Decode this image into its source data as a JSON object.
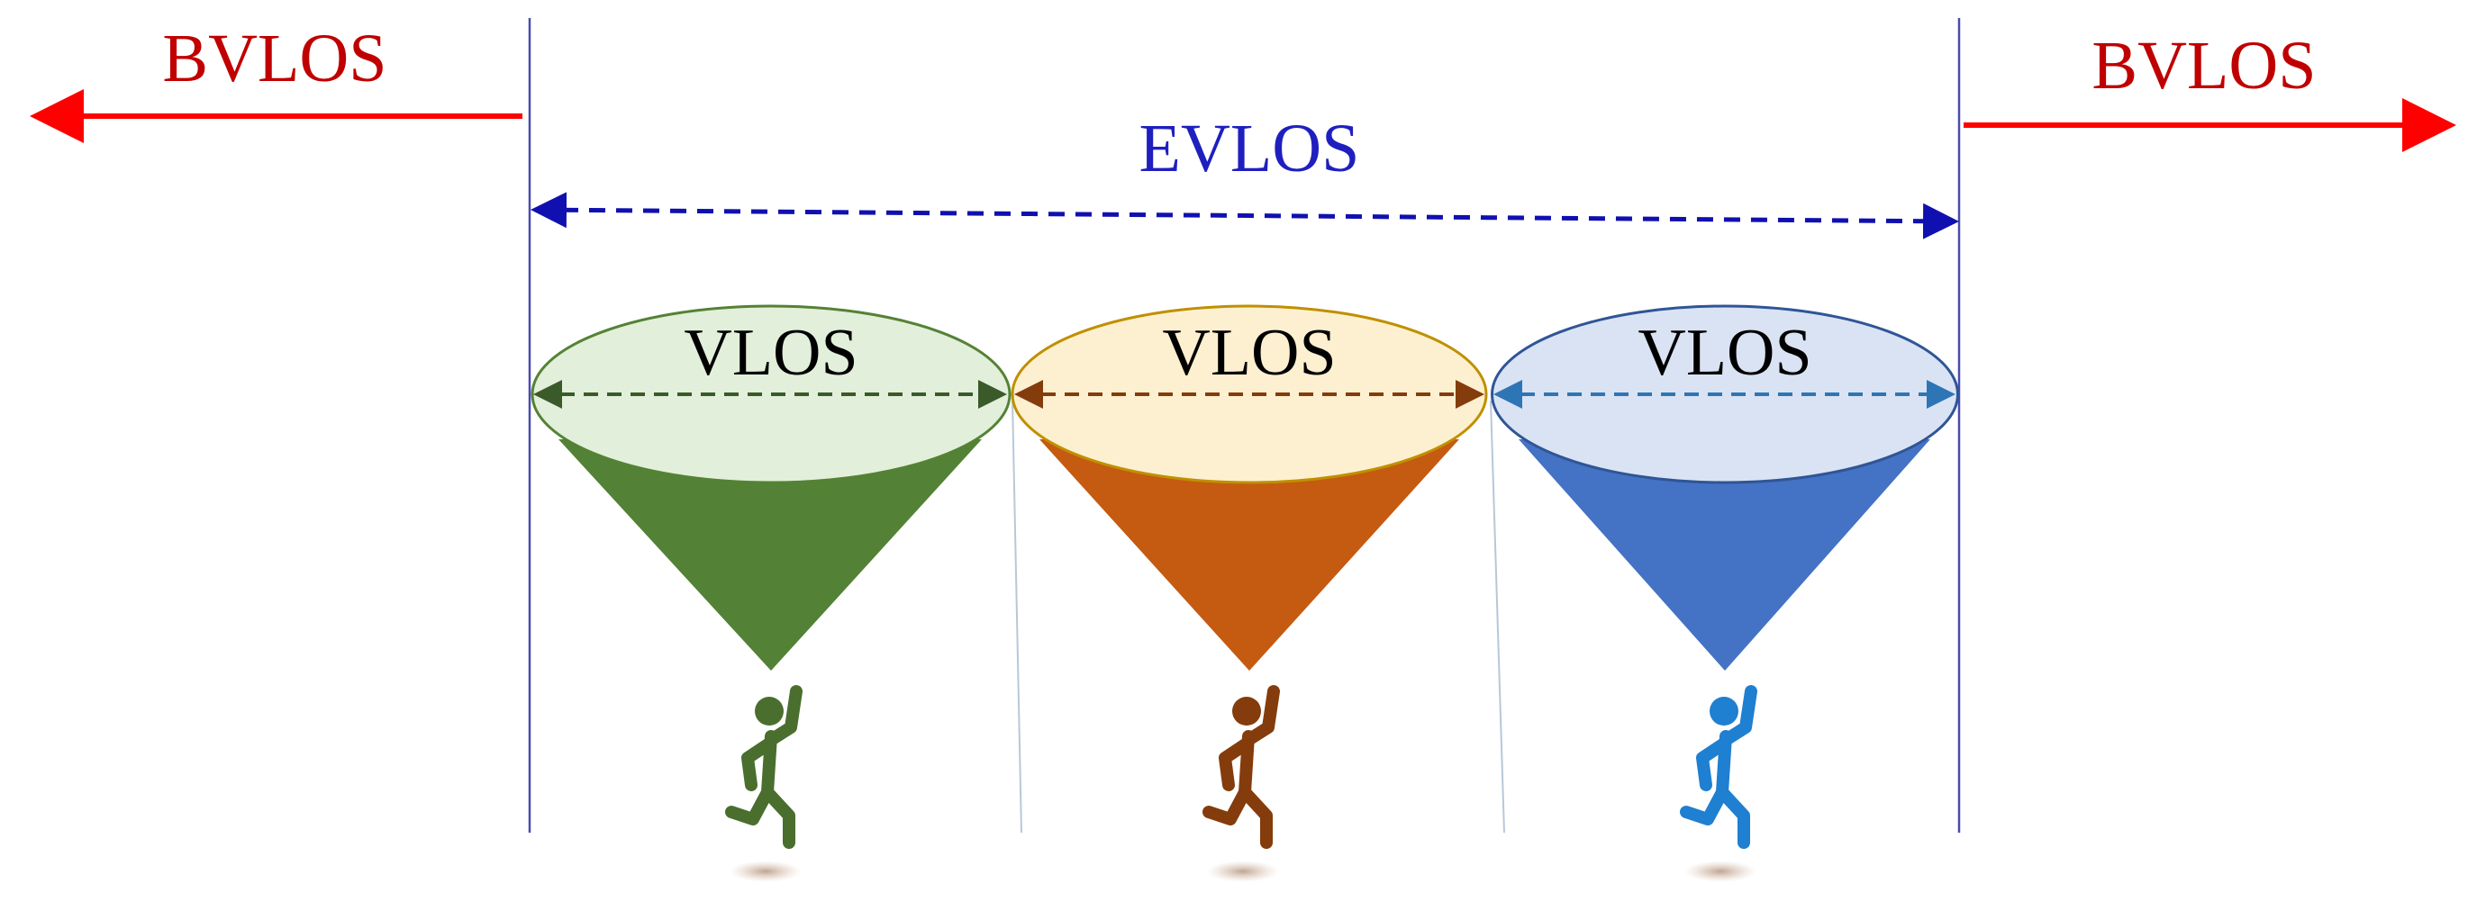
{
  "labels": {
    "bvlos_left": "BVLOS",
    "bvlos_right": "BVLOS",
    "evlos": "EVLOS"
  },
  "cones": [
    {
      "label": "VLOS",
      "top_fill": "#e2efda",
      "top_stroke": "#548235",
      "body_color": "#538135",
      "arrow_color": "#3a5a2a",
      "person_color": "#4a6e2e"
    },
    {
      "label": "VLOS",
      "top_fill": "#fdf0d0",
      "top_stroke": "#bf9000",
      "body_color": "#c55a11",
      "arrow_color": "#843c0c",
      "person_color": "#843c0c"
    },
    {
      "label": "VLOS",
      "top_fill": "#dae3f3",
      "top_stroke": "#2f5597",
      "body_color": "#4472c4",
      "arrow_color": "#2e75b6",
      "person_color": "#1f7fd0"
    }
  ],
  "colors": {
    "bvlos": "#c00000",
    "bvlos_arrow": "#ff0000",
    "evlos": "#1f1fbf",
    "evlos_arrow": "#1010b0",
    "boundary_line": "#4a4ab0",
    "divider_line": "#b8c8d8",
    "text_dark": "#000000"
  }
}
